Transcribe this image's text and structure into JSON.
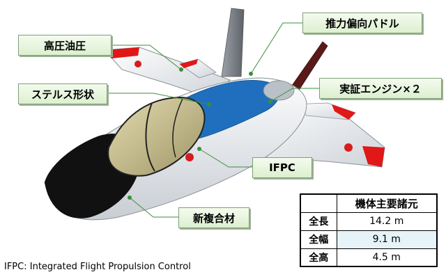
{
  "labels": {
    "high_pressure_hydraulics": "高圧油圧",
    "thrust_vectoring_paddles": "推力偏向パドル",
    "stealth_shape": "ステルス形状",
    "demo_engines": "実証エンジン×２",
    "ifpc": "IFPC",
    "new_composites": "新複合材"
  },
  "spec_table": {
    "header": "機体主要諸元",
    "rows": [
      {
        "key": "全長",
        "value": "14.2 m"
      },
      {
        "key": "全幅",
        "value": "9.1 m"
      },
      {
        "key": "全高",
        "value": "4.5 m"
      }
    ]
  },
  "footnote": "IFPC: Integrated Flight Propulsion Control",
  "colors": {
    "label_fill": "#e4f3dc",
    "label_border": "#7f9f76",
    "leader_line": "#3a8f3a",
    "fuselage": "#eef0f2",
    "stripe": "#1f6fbe",
    "nose": "#111111",
    "canopy": "#c9bf8a",
    "wingtip_red": "#e01818",
    "roundel": "#d61d1d",
    "table_alt_row": "#e6f3f8"
  }
}
